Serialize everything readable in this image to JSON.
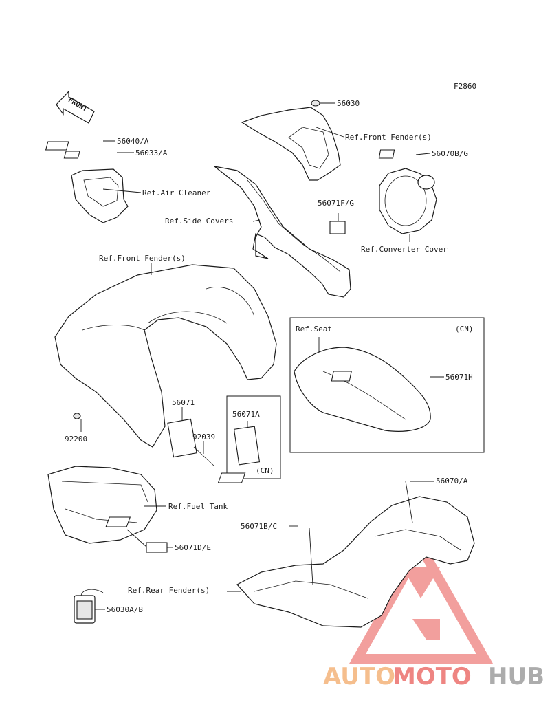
{
  "figure_code": "F2860",
  "front_label": "FRONT",
  "labels": {
    "p56030": "56030",
    "ref_front_fender_top": "Ref.Front Fender(s)",
    "p56040a": "56040/A",
    "p56033a": "56033/A",
    "ref_air_cleaner": "Ref.Air Cleaner",
    "p56070bg": "56070B/G",
    "ref_side_covers": "Ref.Side Covers",
    "p56071fg": "56071F/G",
    "ref_converter_cover": "Ref.Converter Cover",
    "ref_front_fender_main": "Ref.Front Fender(s)",
    "ref_seat": "Ref.Seat",
    "cn_seat": "(CN)",
    "p56071h": "56071H",
    "p56071": "56071",
    "p92039": "92039",
    "p92200": "92200",
    "p56071a": "56071A",
    "cn_box": "(CN)",
    "ref_fuel_tank": "Ref.Fuel Tank",
    "p56070a": "56070/A",
    "p56071bc": "56071B/C",
    "p56071de": "56071D/E",
    "ref_rear_fender": "Ref.Rear Fender(s)",
    "p56030ab": "56030A/B"
  },
  "watermark": {
    "part1": "AUTO",
    "part2": "MOTO",
    "part3": "HUB",
    "colors": {
      "auto": "#f2a35e",
      "moto": "#e8524e",
      "hub": "#8a8a8a",
      "triangle": "#e8524e"
    }
  }
}
